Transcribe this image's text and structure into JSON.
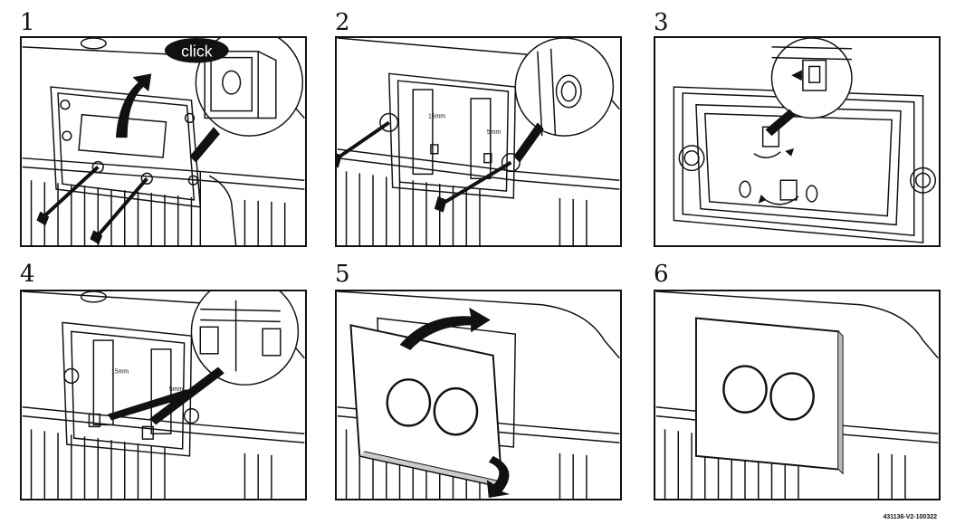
{
  "steps": [
    {
      "number": "1",
      "labels": {
        "click": "click"
      }
    },
    {
      "number": "2",
      "labels": {
        "m15": "15mm",
        "m5": "5mm"
      }
    },
    {
      "number": "3",
      "labels": {}
    },
    {
      "number": "4",
      "labels": {
        "m15": "15mm",
        "m5": "5mm"
      }
    },
    {
      "number": "5",
      "labels": {}
    },
    {
      "number": "6",
      "labels": {}
    }
  ],
  "document_id": "431136-V2-100322"
}
